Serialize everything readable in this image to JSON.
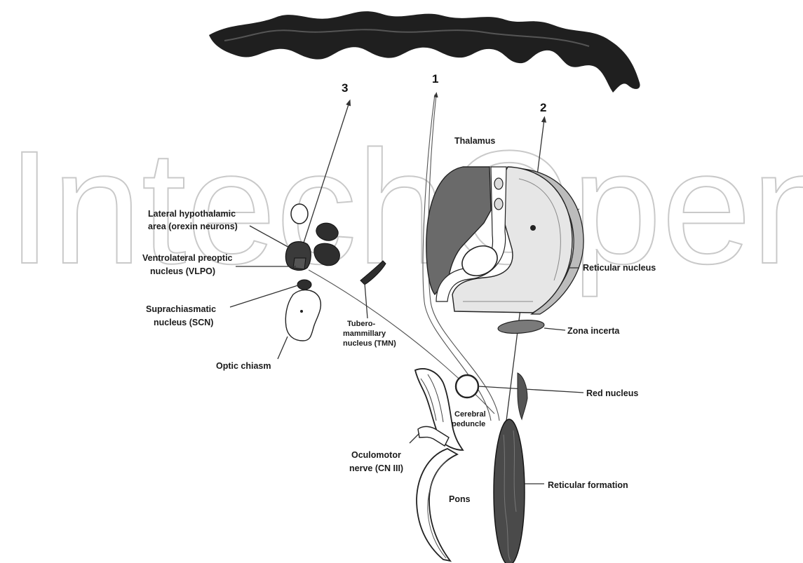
{
  "watermark": "IntechOpen",
  "colors": {
    "dark": "#2b2b2b",
    "mid": "#6f6f6f",
    "light": "#b8b8b8",
    "lighter": "#dcdcdc",
    "outline": "#222222"
  },
  "pathway_numbers": [
    "1",
    "2",
    "3"
  ],
  "labels": {
    "thalamus": "Thalamus",
    "lateral_hypothalamic_1": "Lateral hypothalamic",
    "lateral_hypothalamic_2": "area (orexin neurons)",
    "vlpo_1": "Ventrolateral preoptic",
    "vlpo_2": "nucleus (VLPO)",
    "scn_1": "Suprachiasmatic",
    "scn_2": "nucleus (SCN)",
    "optic_chiasm": "Optic chiasm",
    "tmn_1": "Tubero-",
    "tmn_2": "mammillary",
    "tmn_3": "nucleus (TMN)",
    "reticular_nucleus": "Reticular nucleus",
    "zona_incerta": "Zona incerta",
    "red_nucleus": "Red nucleus",
    "cerebral_peduncle_1": "Cerebral",
    "cerebral_peduncle_2": "peduncle",
    "oculomotor_1": "Oculomotor",
    "oculomotor_2": "nerve (CN III)",
    "pons": "Pons",
    "reticular_formation": "Reticular formation"
  }
}
